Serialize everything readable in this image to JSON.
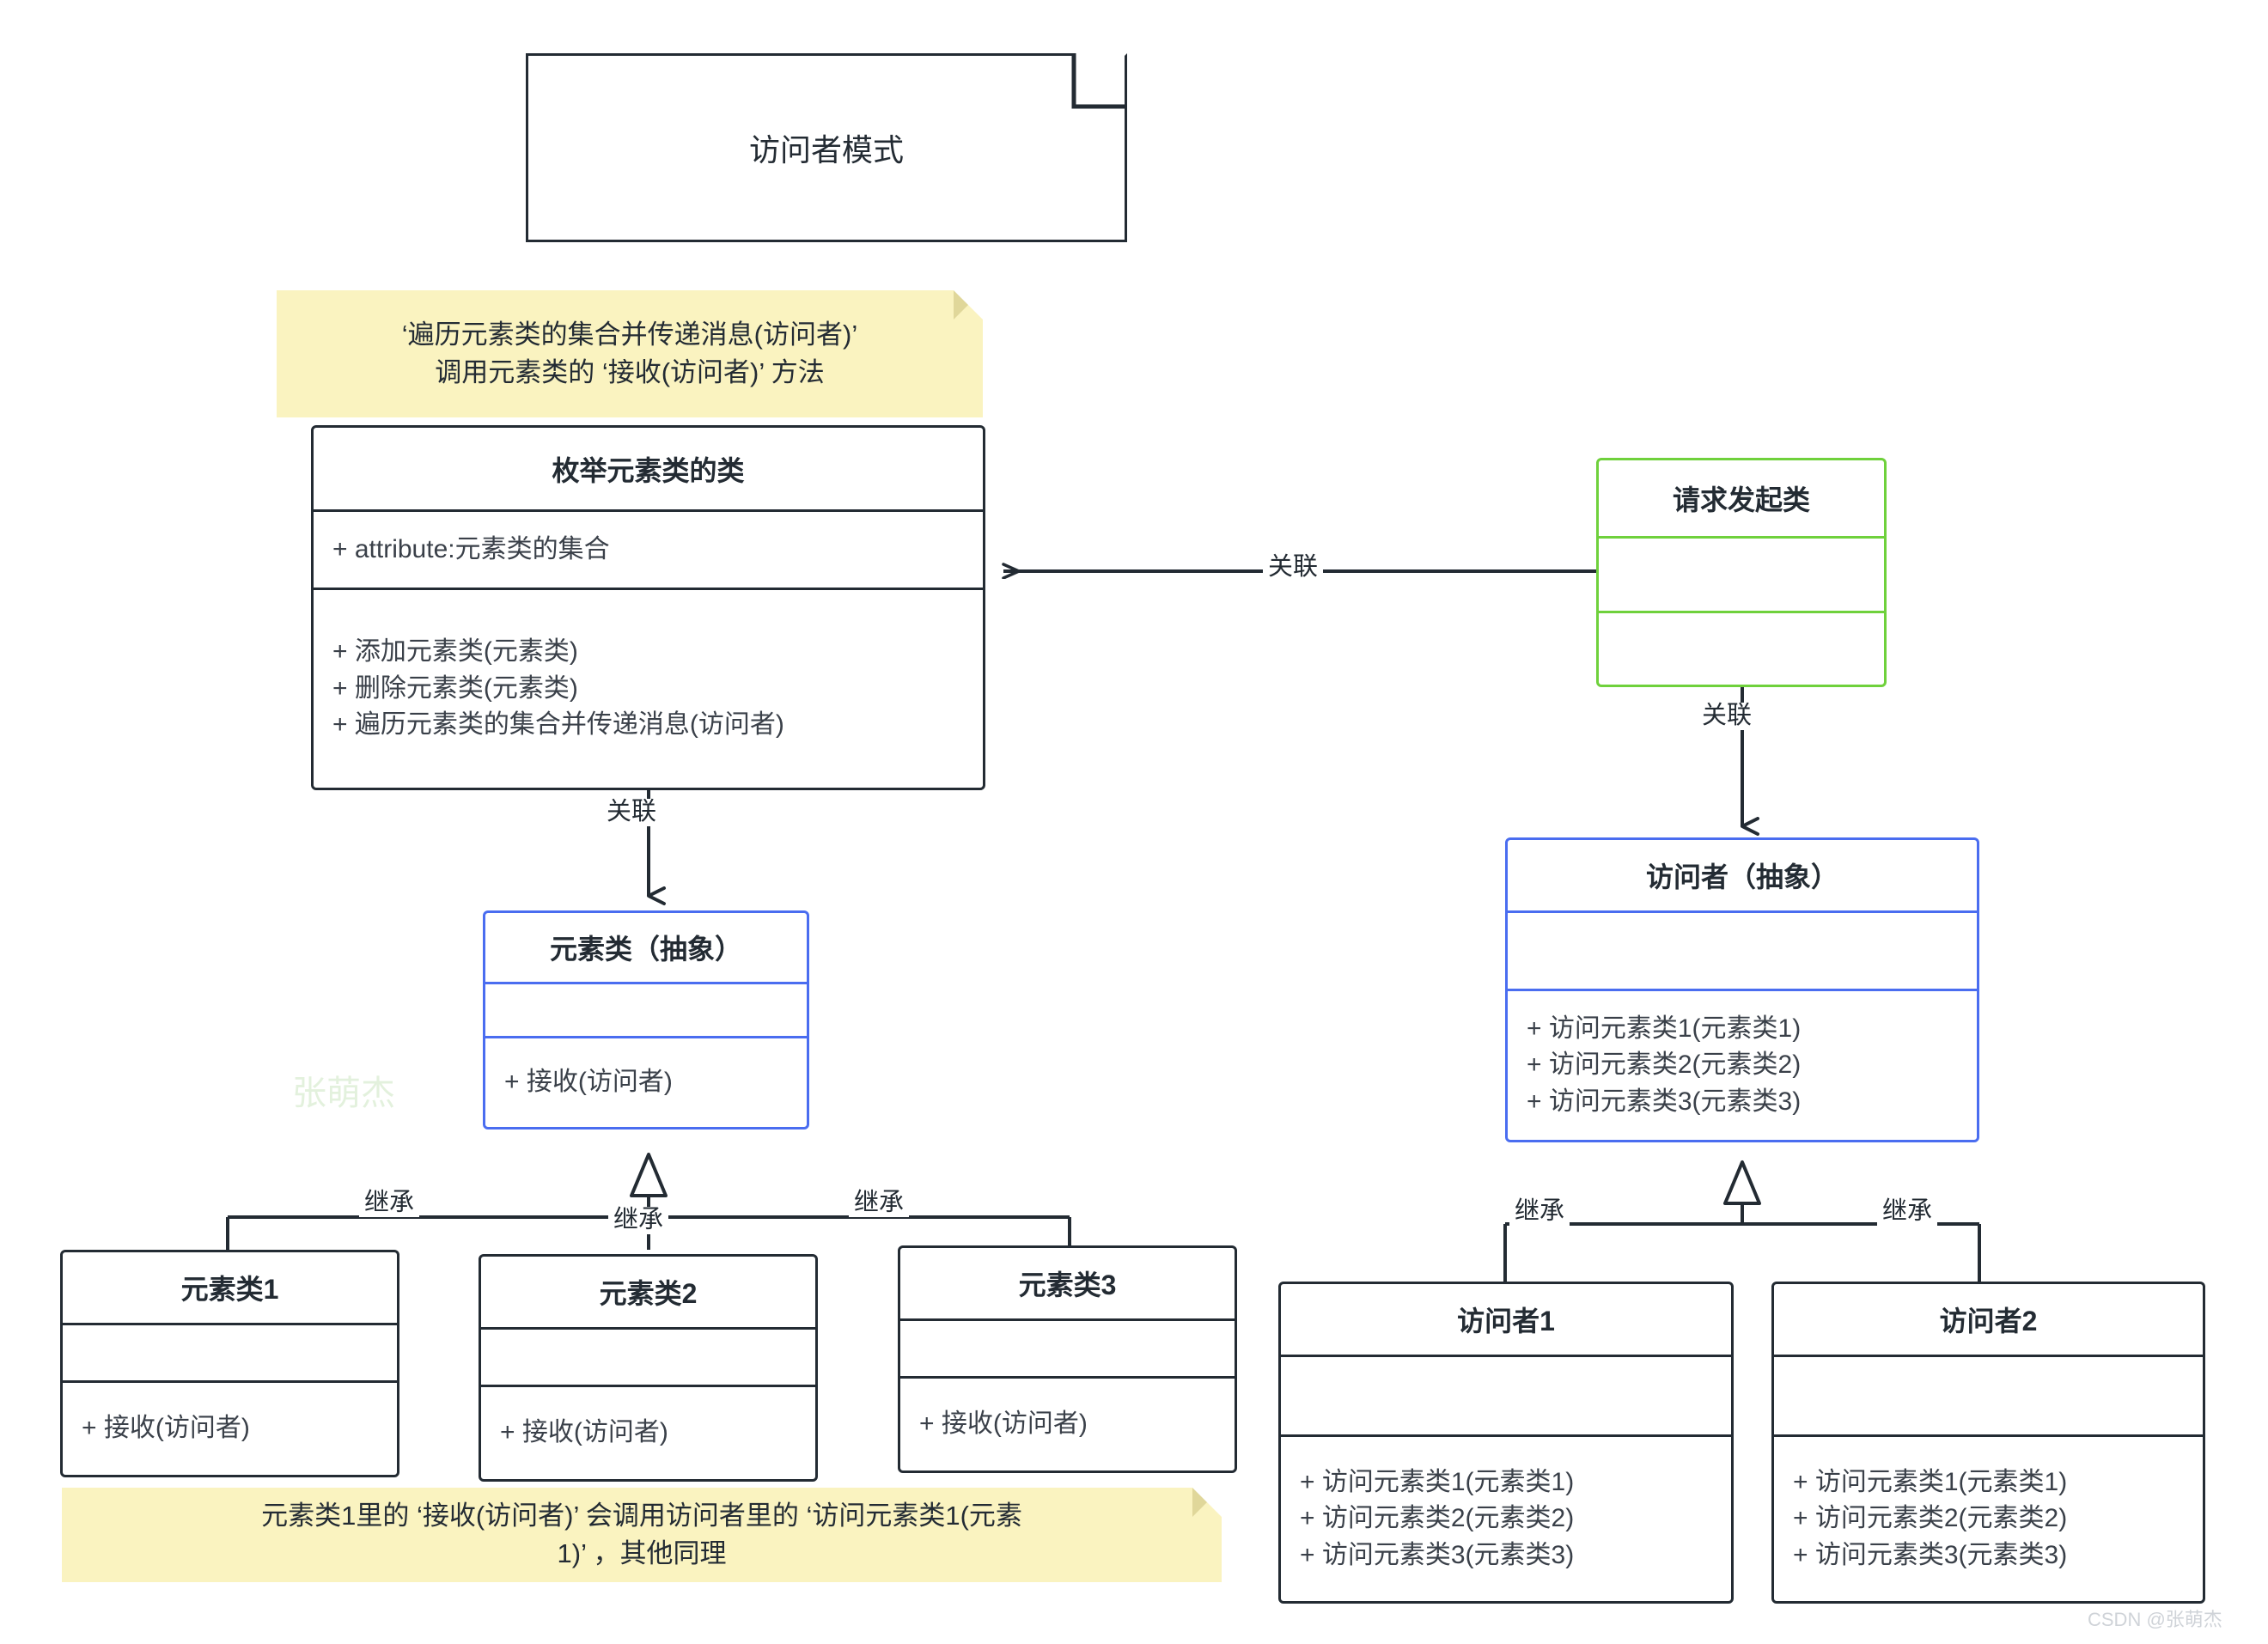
{
  "diagram": {
    "title_note": "访问者模式",
    "watermark_center": "张萌杰",
    "watermark_corner": "CSDN @张萌杰",
    "notes": {
      "top": "‘遍历元素类的集合并传递消息(访问者)’\n调用元素类的 ‘接收(访问者)’ 方法",
      "top_line1": "‘遍历元素类的集合并传递消息(访问者)’",
      "top_line2": "调用元素类的 ‘接收(访问者)’ 方法",
      "bottom_line1": "元素类1里的 ‘接收(访问者)’ 会调用访问者里的 ‘访问元素类1(元素",
      "bottom_line2": "1)’ ，其他同理"
    },
    "edges": {
      "association": "关联",
      "inheritance": "继承"
    },
    "classes": {
      "object_structure": {
        "name": "枚举元素类的类",
        "attributes": [
          "+ attribute:元素类的集合"
        ],
        "methods": [
          "+ 添加元素类(元素类)",
          "+ 删除元素类(元素类)",
          "+ 遍历元素类的集合并传递消息(访问者)"
        ]
      },
      "client": {
        "name": "请求发起类",
        "attributes": [],
        "methods": [],
        "color": "#6fd13c"
      },
      "element_abstract": {
        "name": "元素类（抽象）",
        "attributes": [],
        "methods": [
          "+ 接收(访问者)"
        ],
        "color": "#4a6df0"
      },
      "element1": {
        "name": "元素类1",
        "attributes": [],
        "methods": [
          "+ 接收(访问者)"
        ]
      },
      "element2": {
        "name": "元素类2",
        "attributes": [],
        "methods": [
          "+ 接收(访问者)"
        ]
      },
      "element3": {
        "name": "元素类3",
        "attributes": [],
        "methods": [
          "+ 接收(访问者)"
        ]
      },
      "visitor_abstract": {
        "name": "访问者（抽象）",
        "attributes": [],
        "methods": [
          "+ 访问元素类1(元素类1)",
          "+ 访问元素类2(元素类2)",
          "+ 访问元素类3(元素类3)"
        ],
        "color": "#4a6df0"
      },
      "visitor1": {
        "name": "访问者1",
        "attributes": [],
        "methods": [
          "+ 访问元素类1(元素类1)",
          "+ 访问元素类2(元素类2)",
          "+ 访问元素类3(元素类3)"
        ]
      },
      "visitor2": {
        "name": "访问者2",
        "attributes": [],
        "methods": [
          "+ 访问元素类1(元素类1)",
          "+ 访问元素类2(元素类2)",
          "+ 访问元素类3(元素类3)"
        ]
      }
    }
  }
}
